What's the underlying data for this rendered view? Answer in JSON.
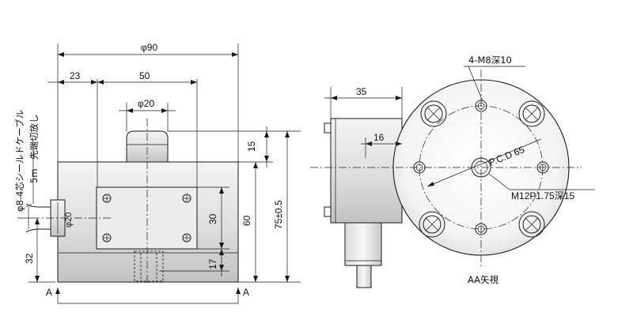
{
  "left_view": {
    "dims": {
      "overall_width": "φ90",
      "offset_23": "23",
      "width_50": "50",
      "boss_dia": "φ20",
      "cable_dia": "φ20",
      "height_15": "15",
      "height_30": "30",
      "height_60": "60",
      "height_17": "17",
      "height_32": "32",
      "height_75": "75±0.5"
    },
    "cable_note_line1": "φ8-4芯シールドケーブル",
    "cable_note_line2": "5m　先端切放し",
    "section_mark_left": "A",
    "section_mark_right": "A"
  },
  "right_view": {
    "dims": {
      "offset_35": "35",
      "offset_16": "16"
    },
    "note_tapped_holes": "4-M8深10",
    "note_pcd": "P.C.D 65",
    "note_center_thread": "M12P1.75深15",
    "view_label": "AA矢視"
  },
  "colors": {
    "line": "#1a1a1a",
    "body_fill_top": "#f2f2f2",
    "body_fill_bottom": "#c4c4c4",
    "plate_fill": "#ececec",
    "background": "#ffffff"
  }
}
